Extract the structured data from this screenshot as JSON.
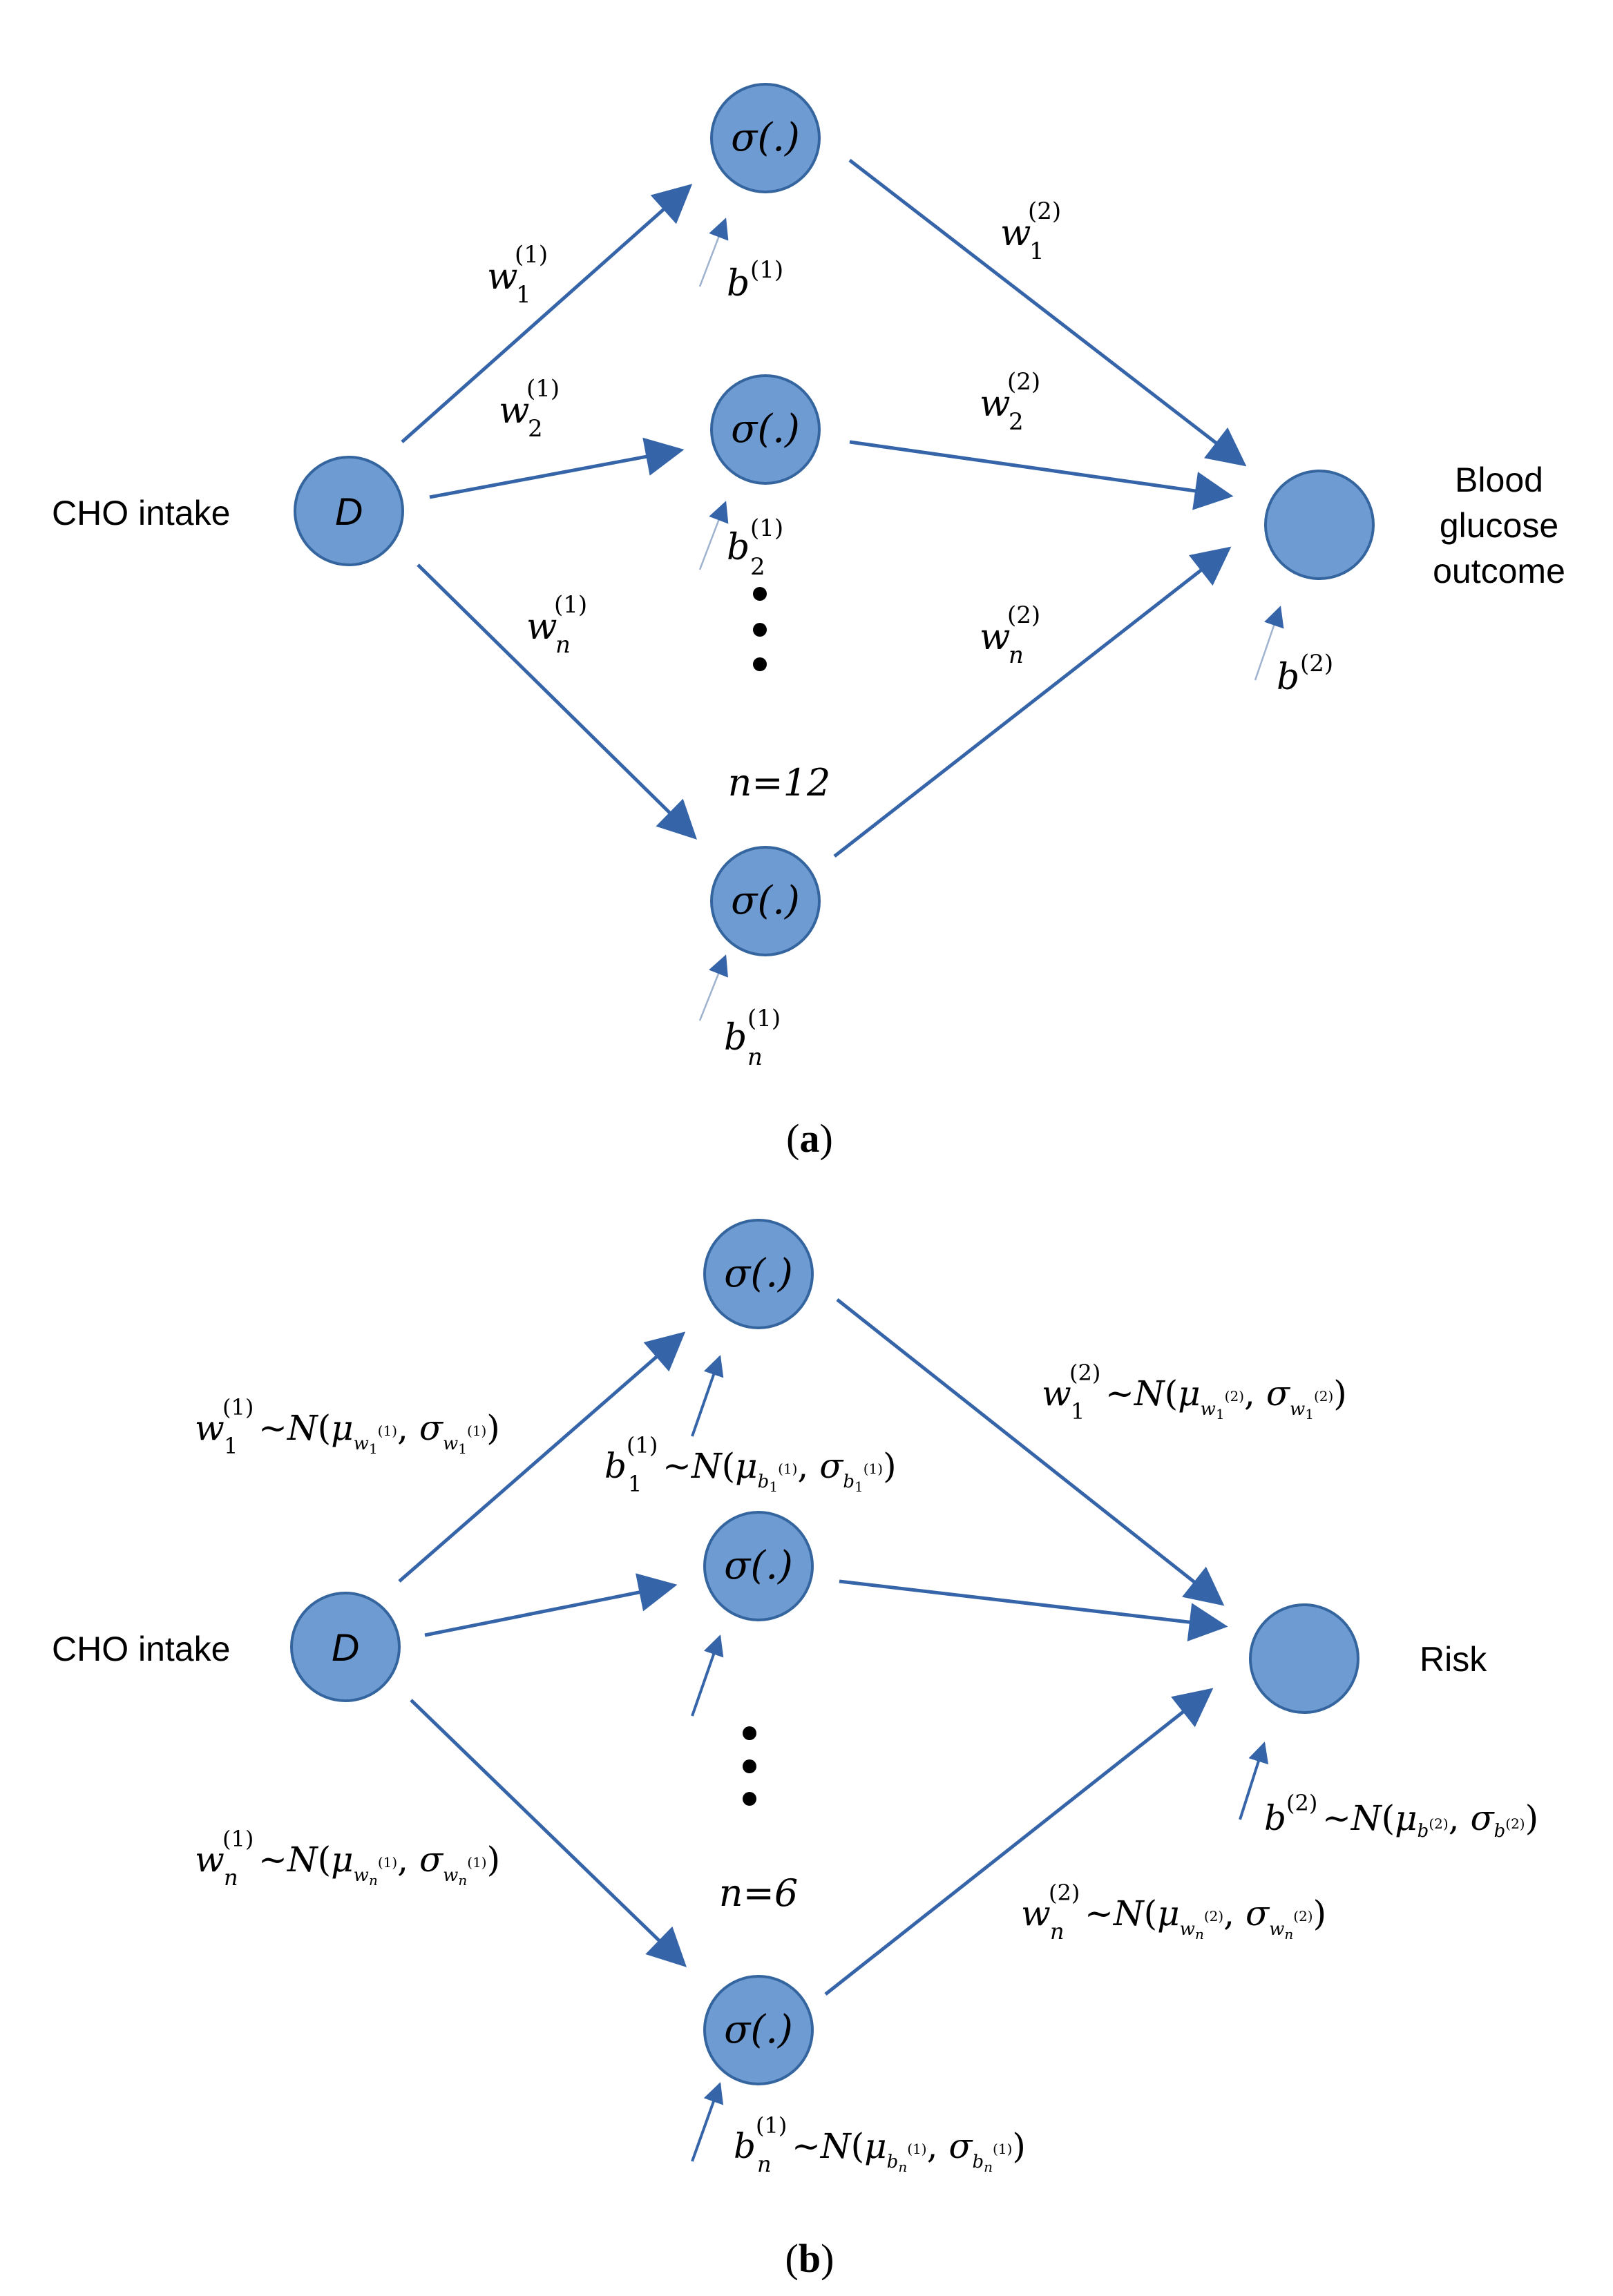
{
  "panel_a": {
    "input_label": "CHO intake",
    "input_node": "D",
    "hidden_node": "σ(.)",
    "output_label": [
      "Blood",
      "glucose",
      "outcome"
    ],
    "count": "n=12",
    "caption_letter": "a",
    "weights_in": [
      {
        "base": "w",
        "sub": "1",
        "sup": "(1)"
      },
      {
        "base": "w",
        "sub": "2",
        "sup": "(1)"
      },
      {
        "base": "w",
        "sub": "n",
        "sup": "(1)"
      }
    ],
    "weights_out": [
      {
        "base": "w",
        "sub": "1",
        "sup": "(2)"
      },
      {
        "base": "w",
        "sub": "2",
        "sup": "(2)"
      },
      {
        "base": "w",
        "sub": "n",
        "sup": "(2)"
      }
    ],
    "biases": [
      {
        "base": "b",
        "sub": "",
        "sup": "(1)"
      },
      {
        "base": "b",
        "sub": "2",
        "sup": "(1)"
      },
      {
        "base": "b",
        "sub": "n",
        "sup": "(1)"
      },
      {
        "base": "b",
        "sub": "",
        "sup": "(2)"
      }
    ]
  },
  "panel_b": {
    "input_label": "CHO intake",
    "input_node": "D",
    "hidden_node": "σ(.)",
    "output_label": "Risk",
    "count": "n=6",
    "caption_letter": "b",
    "dist_symbol": "~",
    "dist_name": "N",
    "mu": "μ",
    "sigma": "σ",
    "weights_in": [
      {
        "base": "w",
        "sub": "1",
        "sup": "(1)"
      },
      {
        "base": "w",
        "sub": "n",
        "sup": "(1)"
      }
    ],
    "weights_out": [
      {
        "base": "w",
        "sub": "1",
        "sup": "(2)"
      },
      {
        "base": "w",
        "sub": "n",
        "sup": "(2)"
      }
    ],
    "biases": [
      {
        "base": "b",
        "sub": "1",
        "sup": "(1)"
      },
      {
        "base": "b",
        "sub": "n",
        "sup": "(1)"
      },
      {
        "base": "b",
        "sub": "",
        "sup": "(2)"
      }
    ]
  }
}
